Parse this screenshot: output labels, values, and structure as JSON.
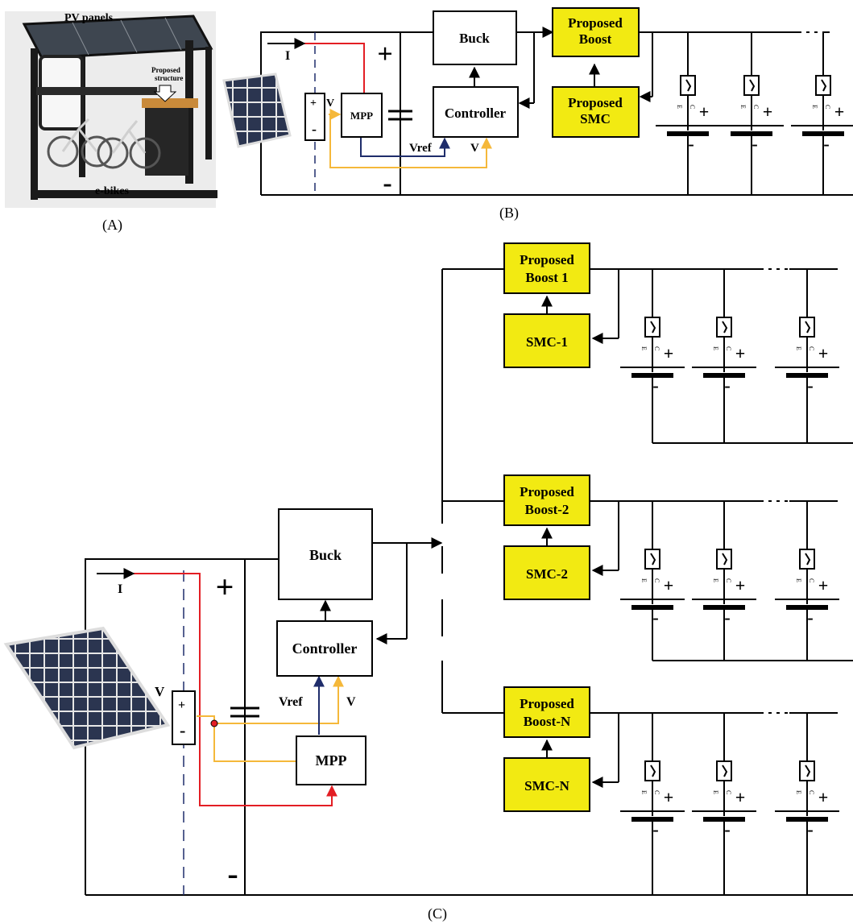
{
  "colors": {
    "wire": "#000000",
    "red_wire": "#e31e24",
    "yellow_wire": "#f5b83a",
    "navy_wire": "#1f2d6b",
    "block_fill": "#f2ea12",
    "dashed": "#1f2d6b",
    "dot": "#e31e24",
    "photo_bg": "#e8e8e8",
    "panel_cell": "#2b3550"
  },
  "panel_a": {
    "pv_panels": "PV panels",
    "proposed_structure": "Proposed\nstructure",
    "ebikes": "e-bikes",
    "caption": "(A)"
  },
  "panel_b": {
    "caption": "(B)",
    "buck": "Buck",
    "controller": "Controller",
    "mpp": "MPP",
    "boost": "Proposed\nBoost",
    "smc": "Proposed\nSMC",
    "current": "I",
    "voltage": "V",
    "vref": "Vref",
    "plus": "+",
    "minus": "-"
  },
  "panel_c": {
    "caption": "(C)",
    "buck": "Buck",
    "controller": "Controller",
    "mpp": "MPP",
    "current": "I",
    "voltage": "V",
    "vref": "Vref",
    "plus": "+",
    "minus": "-",
    "boost_1": "Proposed\nBoost 1",
    "smc_1": "SMC-1",
    "boost_2": "Proposed\nBoost-2",
    "smc_2": "SMC-2",
    "boost_n": "Proposed\nBoost-N",
    "smc_n": "SMC-N"
  },
  "switch_labels": {
    "emitter": "E",
    "collector": "C"
  },
  "battery_labels": {
    "plus": "+",
    "minus": "-"
  }
}
